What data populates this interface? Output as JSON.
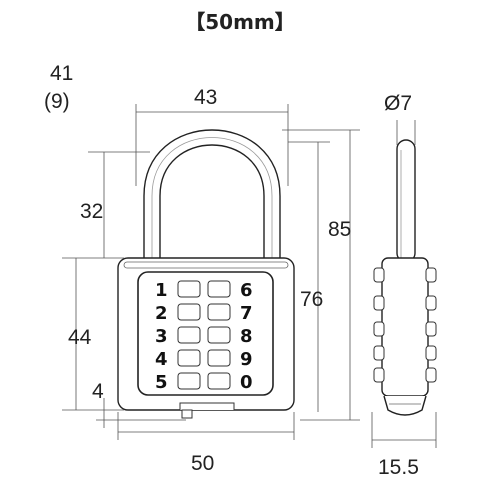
{
  "title": "【50mm】",
  "dims": {
    "width_total": "43",
    "shackle_height": "32",
    "body_height": "44",
    "bottom_offset": "4",
    "body_width": "50",
    "overall_height": "85",
    "height_76": "76",
    "depth": "15.5",
    "shackle_diameter": "Ø7",
    "clearance": "41",
    "clearance_sub": "(9)"
  },
  "keys": {
    "left": [
      "1",
      "2",
      "3",
      "4",
      "5"
    ],
    "right": [
      "6",
      "7",
      "8",
      "9",
      "0"
    ]
  }
}
